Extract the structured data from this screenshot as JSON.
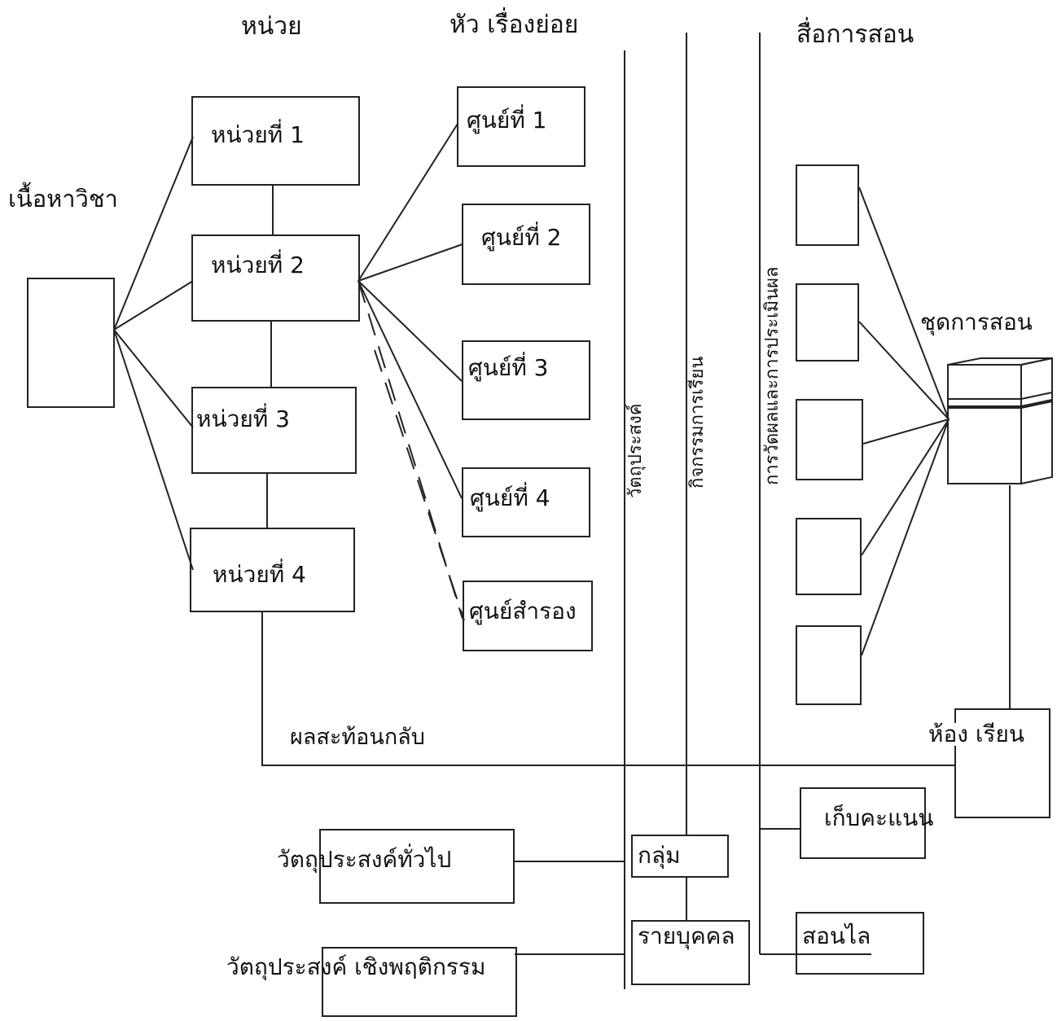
{
  "headers": {
    "units": "หน่วย",
    "subtopics": "หัว เรื่องย่อย",
    "media": "สื่อการสอน"
  },
  "content": "เนื้อหาวิชา",
  "units": [
    "หน่วยที่ 1",
    "หน่วยที่ 2",
    "หน่วยที่ 3",
    "หน่วยที่ 4"
  ],
  "centers": [
    "ศูนย์ที่ 1",
    "ศูนย์ที่ 2",
    "ศูนย์ที่ 3",
    "ศูนย์ที่ 4",
    "ศูนย์สำรอง"
  ],
  "columns": {
    "objectives": "วัตถุประสงค์",
    "activities": "กิจกรรมการเรียน",
    "evaluation": "การวัดผลและการประเมินผล"
  },
  "kit": "ชุดการสอน",
  "classroom": "ห้อง เรียน",
  "feedback": "ผลสะท้อนกลับ",
  "objectives": {
    "general": "วัตถุประสงค์ทั่วไป",
    "behavioral": "วัตถุประสงค์ เชิงพฤติกรรม"
  },
  "activities": {
    "group": "กลุ่ม",
    "individual": "รายบุคคล"
  },
  "evaluation": {
    "score": "เก็บคะแนน",
    "repair": "สอนไล"
  }
}
